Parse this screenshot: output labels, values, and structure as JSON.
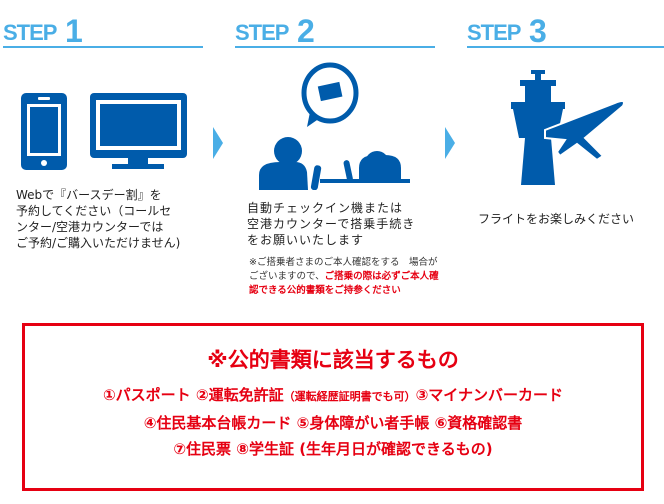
{
  "steps": [
    {
      "word": "STEP",
      "num": "1",
      "text": [
        "Webで『バースデー割』を",
        "予約してください（コールセ",
        "ンター/空港カウンターでは",
        "ご予約/ご購入いただけません)"
      ]
    },
    {
      "word": "STEP",
      "num": "2",
      "text": [
        "自動チェックイン機または",
        "空港カウンターで搭乗手続き",
        "をお願いいたします"
      ],
      "note_black": "※ご搭乗者さまのご本人確認をする　場合がございますので、",
      "note_red": "ご搭乗の際は必ずご本人確認できる公的書類をご持参ください"
    },
    {
      "word": "STEP",
      "num": "3",
      "text": [
        "フライトをお楽しみください"
      ]
    }
  ],
  "box": {
    "title": "※公的書類に該当するもの",
    "line1a": "①パスポート ②運転免許証",
    "line1b": "（運転経歴証明書でも可）",
    "line1c": "③マイナンバーカード",
    "line2": "④住民基本台帳カード ⑤身体障がい者手帳 ⑥資格確認書",
    "line3": "⑦住民票 ⑧学生証 (生年月日が確認できるもの)"
  },
  "colors": {
    "blue": "#005bab",
    "light_blue": "#4aaee6",
    "red": "#e60012"
  }
}
